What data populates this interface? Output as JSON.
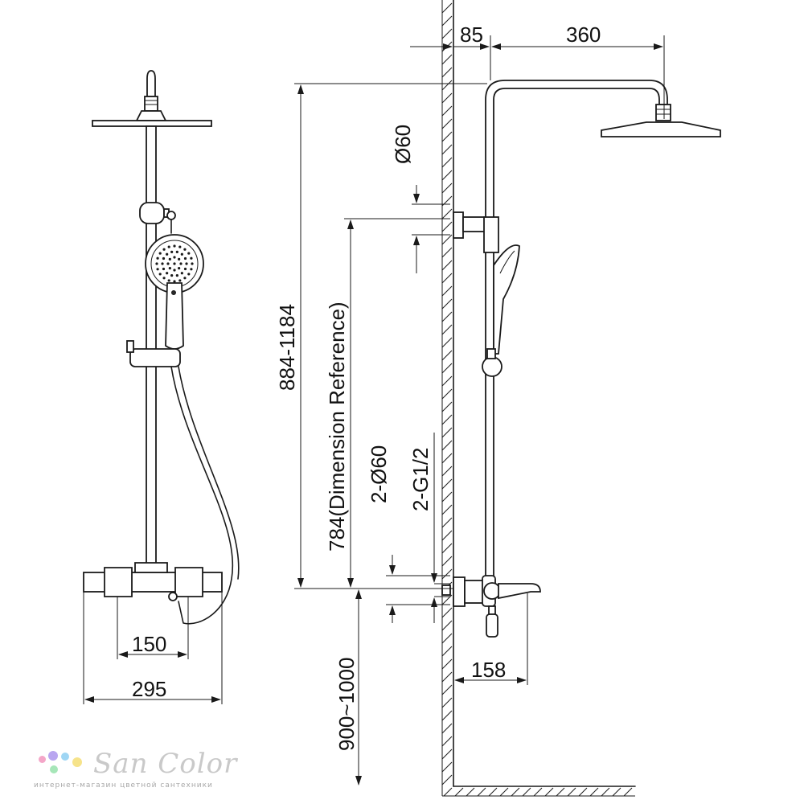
{
  "dimensions": {
    "wall_offset": "85",
    "arm_length": "360",
    "connector_diameter": "Ø60",
    "overall_height": "884-1184",
    "reference_height": "784(Dimension Reference)",
    "inlet_covers": "2-Ø60",
    "inlet_threads": "2-G1/2",
    "install_height": "900~1000",
    "inlet_spacing": "150",
    "mixer_width": "295",
    "spout_length": "158"
  },
  "logo": {
    "name": "San Color",
    "tagline": "интернет-магазин цветной сантехники",
    "colors": [
      "#f4a6c8",
      "#b9a6f0",
      "#9fd6f4",
      "#f6e38a",
      "#a6e6b8"
    ]
  }
}
